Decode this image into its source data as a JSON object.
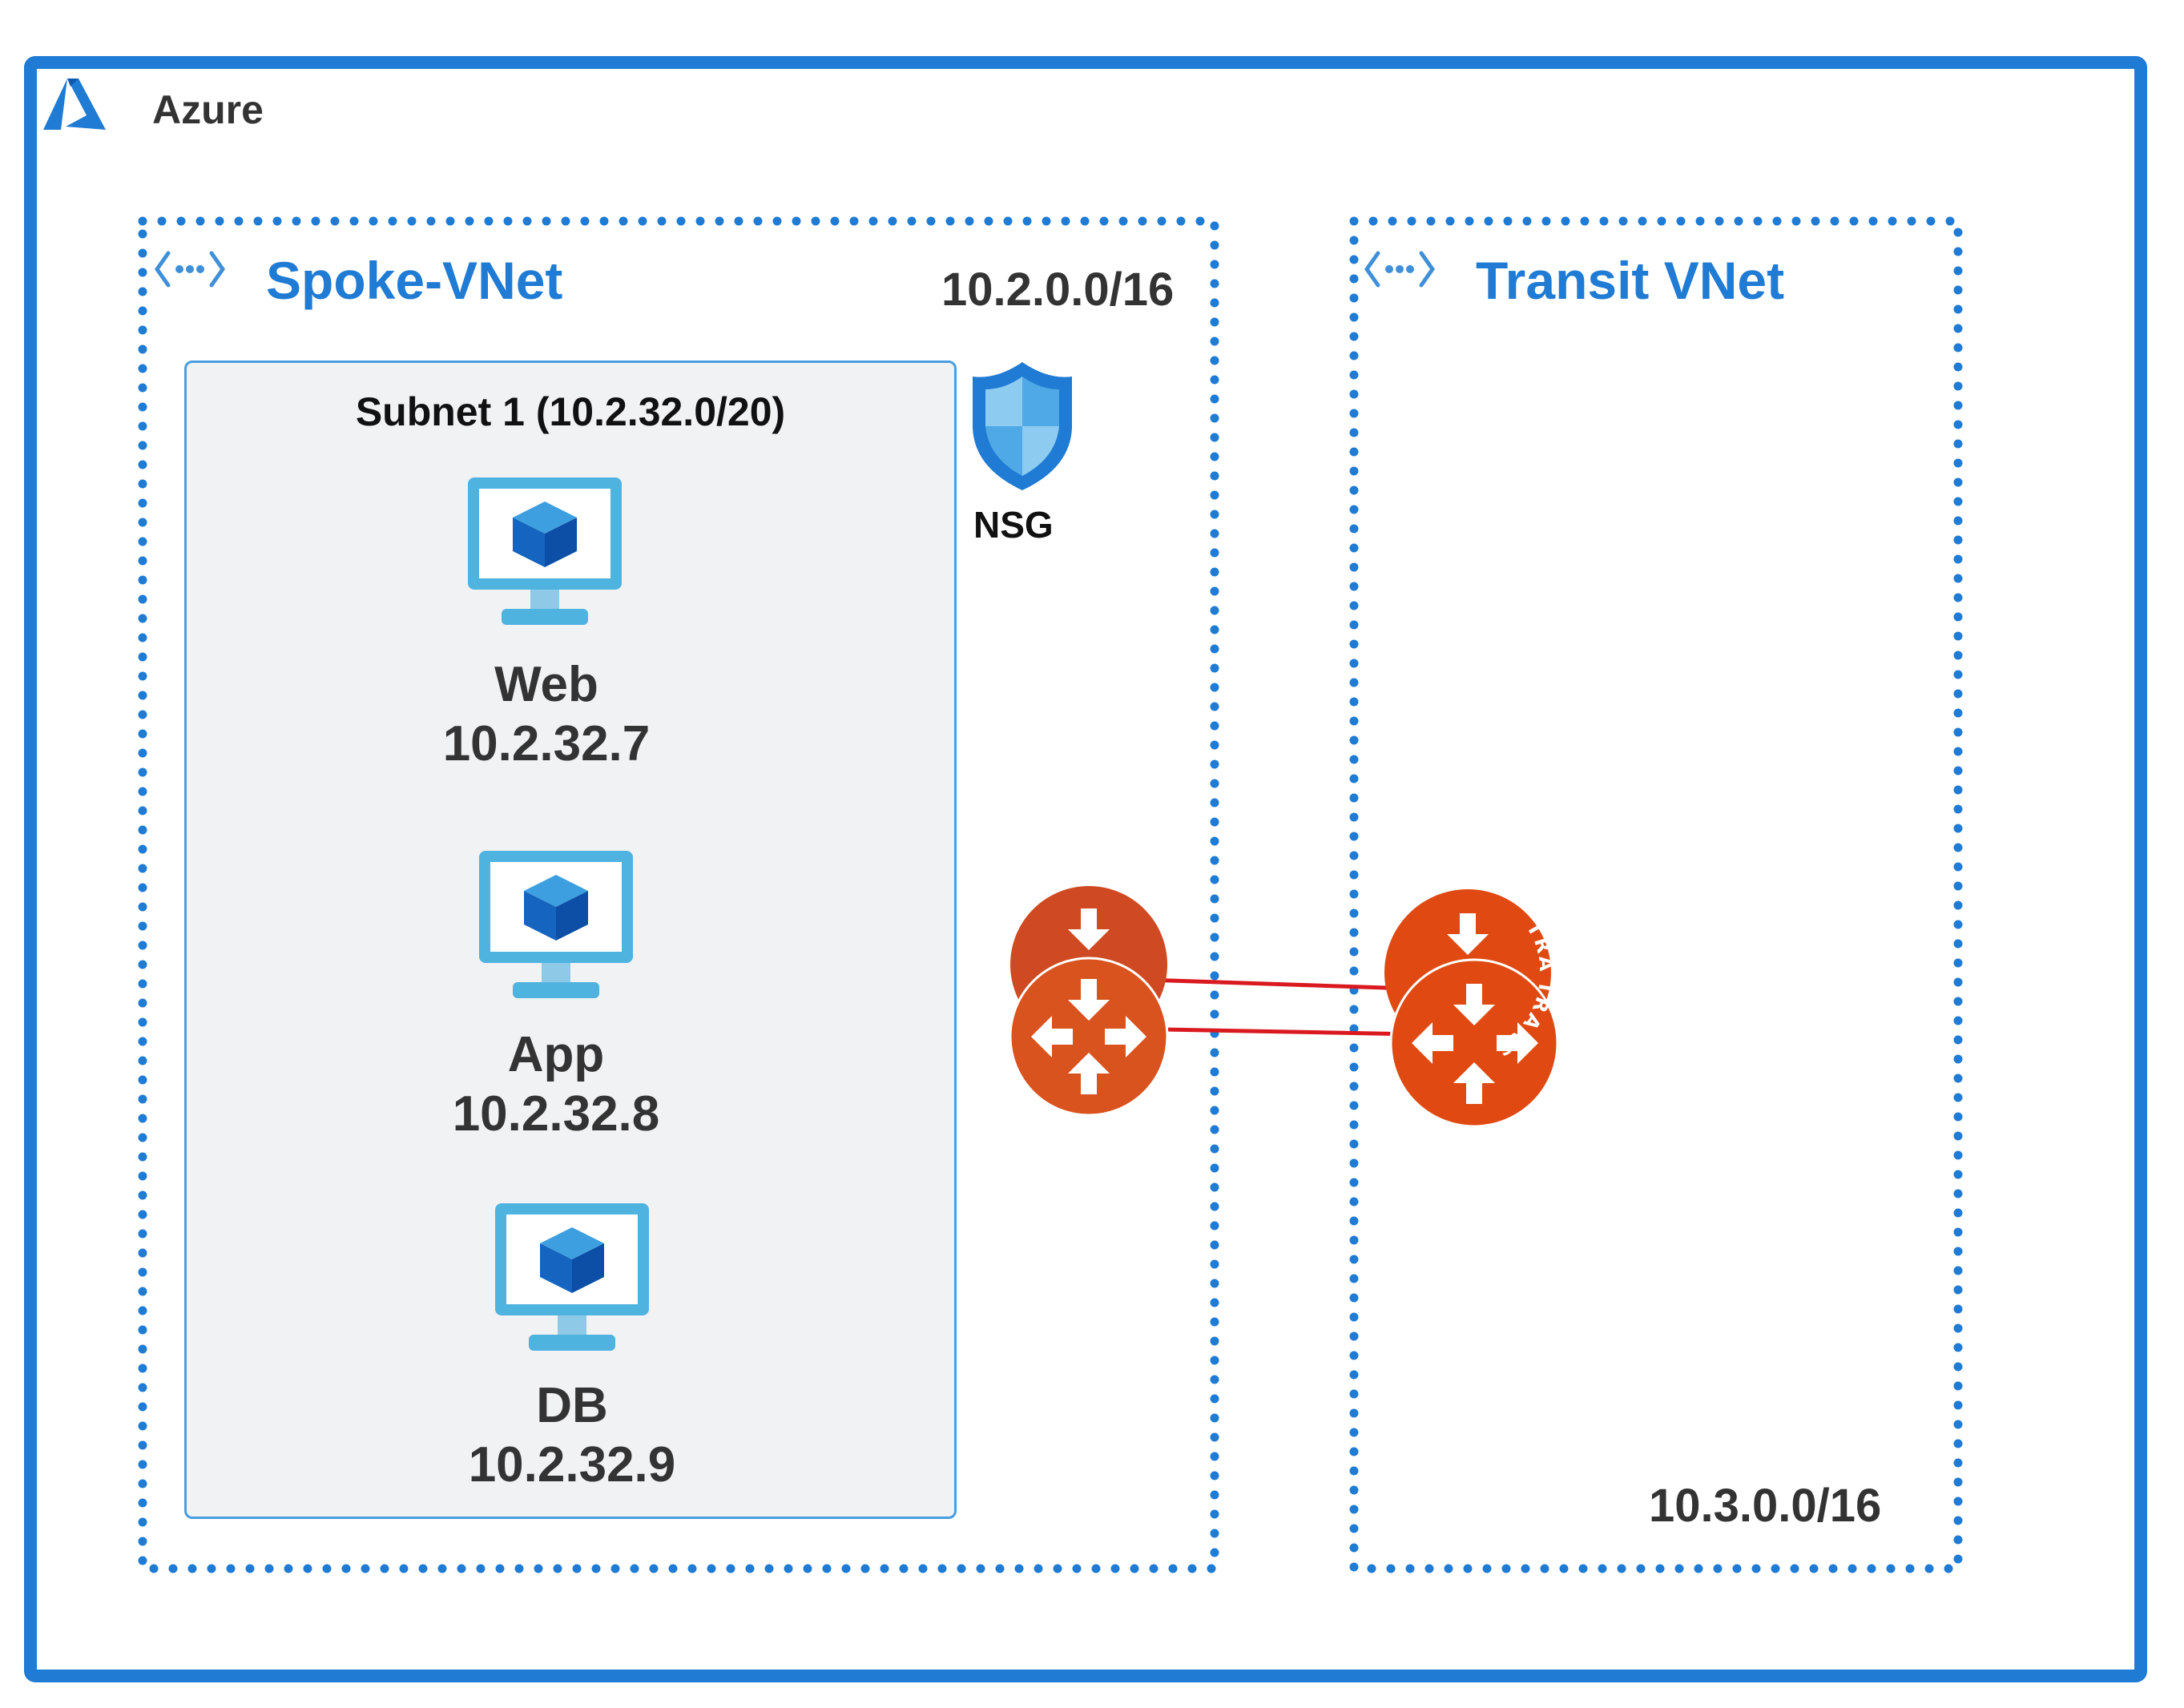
{
  "azure": {
    "label": "Azure",
    "icon": "azure-logo-icon",
    "color": "#1f7bd3"
  },
  "spoke_vnet": {
    "title": "Spoke-VNet",
    "cidr": "10.2.0.0/16",
    "icon": "vnet-peering-icon",
    "subnet": {
      "title": "Subnet 1 (10.2.32.0/20)",
      "vms": [
        {
          "name": "Web",
          "ip": "10.2.32.7",
          "icon": "virtual-machine-icon"
        },
        {
          "name": "App",
          "ip": "10.2.32.8",
          "icon": "virtual-machine-icon"
        },
        {
          "name": "DB",
          "ip": "10.2.32.9",
          "icon": "virtual-machine-icon"
        }
      ]
    },
    "nsg": {
      "label": "NSG",
      "icon": "shield-icon"
    },
    "gateway_icon": "spoke-gateway-router-icon"
  },
  "transit_vnet": {
    "title": "Transit VNet",
    "cidr": "10.3.0.0/16",
    "icon": "vnet-peering-icon",
    "gateway_icon": "transit-gateway-router-icon",
    "gateway_text": "TRANSIT"
  },
  "colors": {
    "azure_blue": "#1f7bd3",
    "router_orange": "#d9531e",
    "link_red": "#d9191f"
  }
}
